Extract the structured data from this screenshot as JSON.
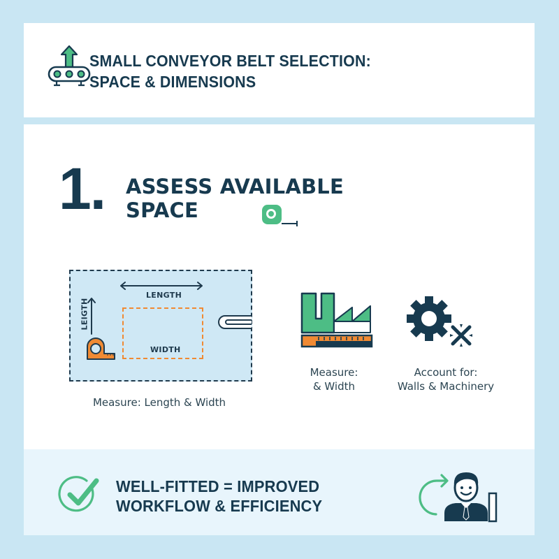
{
  "header": {
    "title_line1": "SMALL CONVEYOR BELT SELECTION:",
    "title_line2": "SPACE & DIMENSIONS",
    "icon": "conveyor-belt-upload-icon"
  },
  "step": {
    "number": "1.",
    "title_line1": "ASSESS AVAILABLE",
    "title_line2": "SPACE",
    "icon": "tape-measure-icon"
  },
  "diagram": {
    "length_label": "LENGTH",
    "vertical_label": "LEIGTH",
    "width_label": "WIDTH",
    "caption": "Measure: Length & Width"
  },
  "factory_item": {
    "icon": "factory-ruler-icon",
    "caption_line1": "Measure:",
    "caption_line2": "& Width"
  },
  "machinery_item": {
    "icon": "gear-tools-icon",
    "caption_line1": "Account for:",
    "caption_line2": "Walls & Machinery"
  },
  "footer": {
    "title_line1": "WELL-FITTED = IMPROVED",
    "title_line2": "WORKFLOW & EFFICIENCY",
    "check_icon": "checkmark-circle-icon",
    "worker_icon": "worker-refresh-icon"
  },
  "colors": {
    "background": "#c9e6f3",
    "navy": "#173a4f",
    "green": "#4dbd85",
    "orange": "#f08a33",
    "footer_bg": "#e8f5fc",
    "diagram_fill": "#cfe8f5"
  }
}
